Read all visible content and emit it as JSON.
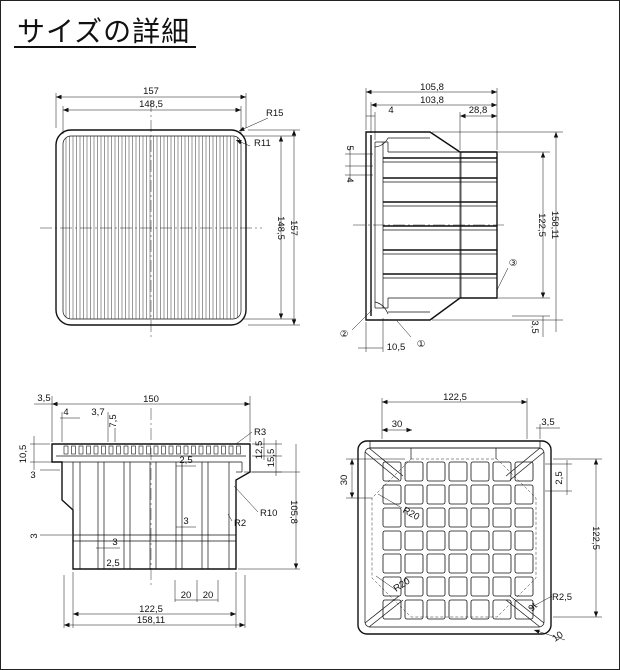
{
  "title": "サイズの詳細",
  "views": {
    "top": {
      "dims": {
        "w_outer": "157",
        "w_inner": "148,5",
        "r_outer": "R15",
        "r_inner": "R11",
        "h_inner": "148,5",
        "h_outer": "157"
      }
    },
    "side": {
      "dims": {
        "w_total": "105,8",
        "w_body": "103,8",
        "t4": "4",
        "w_rib": "28,8",
        "g5": "5",
        "g4": "4",
        "h_inner": "122,5",
        "h_outer": "158,11",
        "g35": "3,5",
        "w105": "10,5"
      },
      "callouts": [
        "①",
        "②",
        "③"
      ]
    },
    "section": {
      "dims": {
        "w150": "150",
        "d35": "3,5",
        "d4": "4",
        "d37": "3,7",
        "d75": "7,5",
        "r3": "R3",
        "d125": "12,5",
        "d155": "15,5",
        "d105": "10,5",
        "d3a": "3",
        "d25a": "2,5",
        "r10": "R10",
        "r2": "R2",
        "h1058": "105,8",
        "d3b": "3",
        "d3c": "3",
        "d3d": "3",
        "d25b": "2,5",
        "d20a": "20",
        "d20b": "20",
        "w1225": "122,5",
        "w15811": "158,11"
      }
    },
    "bottom": {
      "dims": {
        "w1225": "122,5",
        "d30a": "30",
        "d35": "3,5",
        "d30b": "30",
        "d25": "2,5",
        "r20a": "R20",
        "h1225": "122,5",
        "r20b": "R20",
        "r25": "R2,5",
        "d10": "10"
      }
    }
  }
}
